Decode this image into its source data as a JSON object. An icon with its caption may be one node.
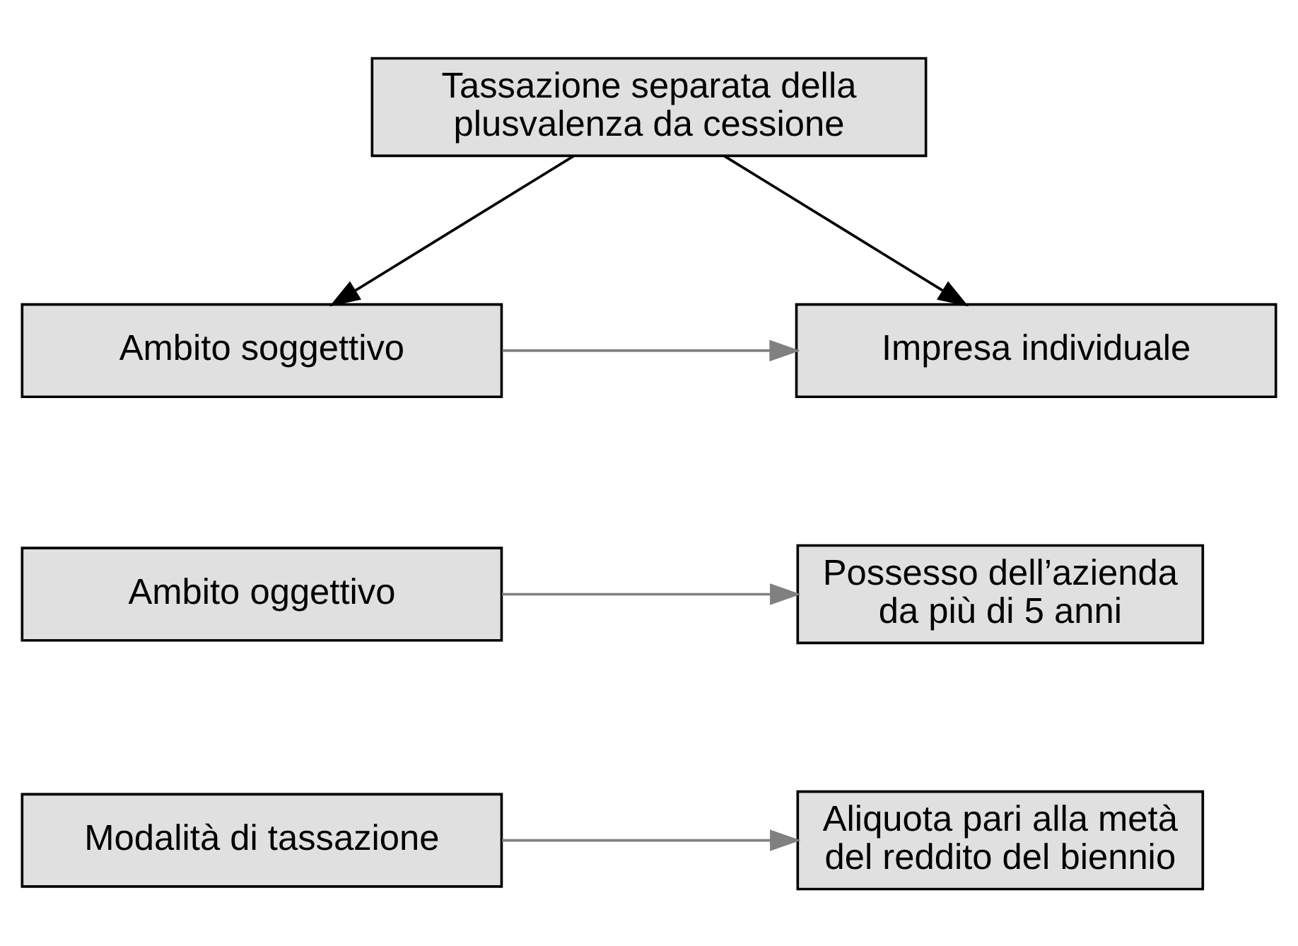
{
  "diagram": {
    "nodes": [
      {
        "text": [
          "Tassazione separata della plusvalenza da cessione"
        ]
      },
      {
        "text": [
          "Ambito soggettivo"
        ]
      },
      {
        "text": [
          "Impresa individuale"
        ]
      },
      {
        "text": [
          "Ambito oggettivo"
        ]
      },
      {
        "text": [
          "Possesso dell’azienda da più di 5 anni"
        ]
      },
      {
        "text": [
          "Modalità di tassazione"
        ]
      },
      {
        "text": [
          "Aliquota pari alla metà del reddito del biennio"
        ]
      }
    ],
    "edges": [
      {
        "from": 0,
        "to": 1,
        "arrow": "to",
        "color": "#000000"
      },
      {
        "from": 0,
        "to": 2,
        "arrow": "to",
        "color": "#000000"
      },
      {
        "from": 1,
        "to": 2,
        "arrow": "to",
        "color": "#808080"
      },
      {
        "from": 3,
        "to": 4,
        "arrow": "to",
        "color": "#808080"
      },
      {
        "from": 5,
        "to": 6,
        "arrow": "to",
        "color": "#808080"
      }
    ]
  }
}
